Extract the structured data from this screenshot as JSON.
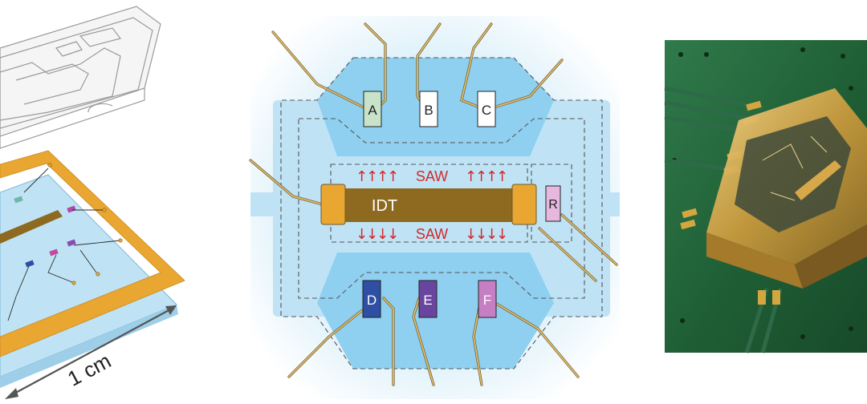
{
  "scale_bar": {
    "label": "1 cm"
  },
  "center_diagram": {
    "transducer_label": "IDT",
    "wave_label_top": "SAW",
    "wave_label_bottom": "SAW",
    "arrow_glyph_up": "↑",
    "arrow_glyph_down": "↓",
    "pads_top": [
      {
        "id": "A",
        "color": "#c8e3c8"
      },
      {
        "id": "B",
        "color": "#ffffff"
      },
      {
        "id": "C",
        "color": "#ffffff"
      }
    ],
    "pads_bottom": [
      {
        "id": "D",
        "color": "#2f4fa5"
      },
      {
        "id": "E",
        "color": "#6a45a0"
      },
      {
        "id": "F",
        "color": "#c77fc4"
      }
    ],
    "reference_pad": {
      "id": "R",
      "color": "#e7b8df"
    }
  },
  "colors": {
    "gold_electrode": "#e9a631",
    "idt_body": "#8d6a20",
    "substrate_blue": "#bfe3f5",
    "chamber_blue": "#8fd0f0",
    "saw_red": "#d02a2a",
    "board_green": "#1f5e35"
  }
}
